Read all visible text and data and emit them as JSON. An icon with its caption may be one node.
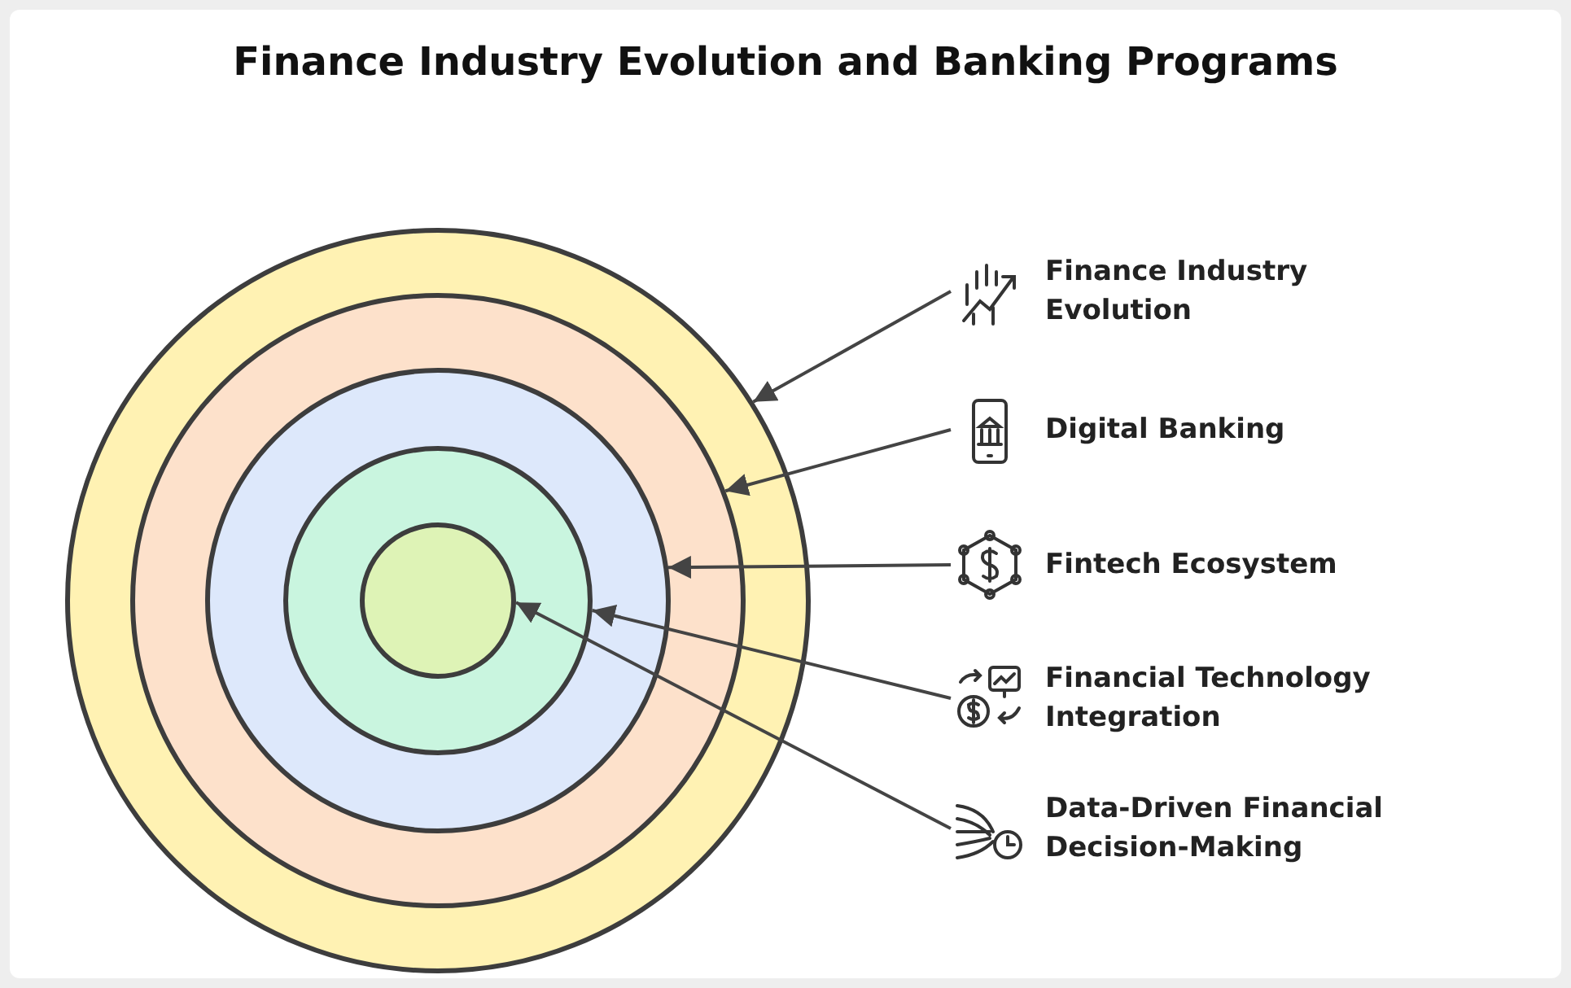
{
  "diagram": {
    "title": "Finance Industry Evolution and Banking Programs",
    "nodes": [
      {
        "text": [],
        "shape": "circle"
      },
      {
        "text": [],
        "shape": "circle",
        "in": 0
      },
      {
        "text": [],
        "shape": "circle",
        "in": 1
      },
      {
        "text": [],
        "shape": "circle",
        "in": 2
      },
      {
        "text": [],
        "shape": "circle",
        "in": 3
      },
      {
        "text": [
          "Finance Industry Evolution"
        ]
      },
      {
        "text": [
          "Digital Banking"
        ]
      },
      {
        "text": [
          "Fintech Ecosystem"
        ]
      },
      {
        "text": [
          "Financial Technology Integration"
        ]
      },
      {
        "text": [
          "Data-Driven Financial Decision-Making"
        ]
      }
    ],
    "edges": [
      {
        "from": 5,
        "to": 0,
        "arrow": "to"
      },
      {
        "from": 6,
        "to": 1,
        "arrow": "to"
      },
      {
        "from": 7,
        "to": 2,
        "arrow": "to"
      },
      {
        "from": 8,
        "to": 3,
        "arrow": "to"
      },
      {
        "from": 9,
        "to": 4,
        "arrow": "to"
      }
    ]
  }
}
